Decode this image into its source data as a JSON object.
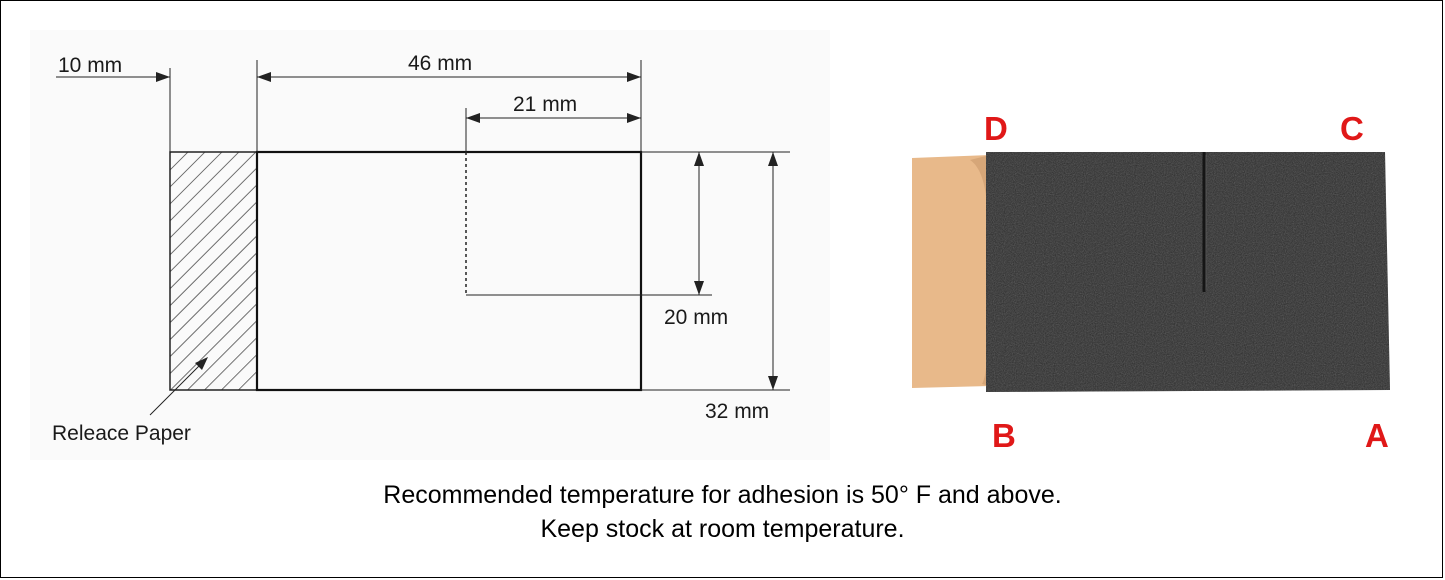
{
  "diagram": {
    "dim_offset": "10 mm",
    "dim_total_width": "46 mm",
    "dim_slit_width": "21 mm",
    "dim_slit_depth": "20 mm",
    "dim_total_height": "32 mm",
    "release_paper_label": "Releace Paper"
  },
  "photo": {
    "corner_d": "D",
    "corner_c": "C",
    "corner_b": "B",
    "corner_a": "A",
    "colors": {
      "foam": "#2a2a2a",
      "backing": "#e8b98a",
      "label": "#e01818"
    }
  },
  "caption": {
    "line1": "Recommended temperature for adhesion is 50° F and above.",
    "line2": "Keep stock at room temperature."
  }
}
